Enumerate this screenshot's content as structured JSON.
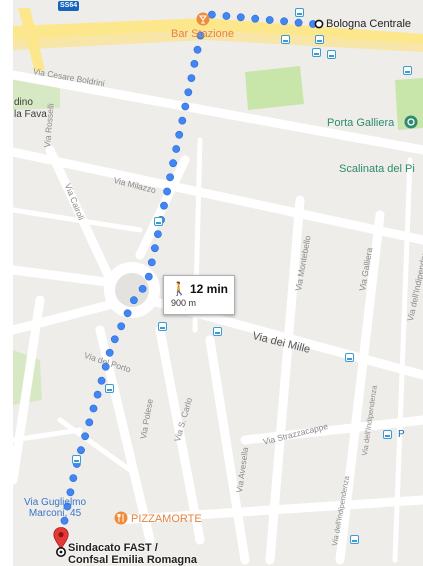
{
  "origin": {
    "label": "Bologna Centrale"
  },
  "destination": {
    "label_line1": "Sindacato FAST /",
    "label_line2": "Confsal Emilia Romagna"
  },
  "route_info": {
    "duration": "12 min",
    "distance": "900 m",
    "mode": "walking-icon"
  },
  "highway_badge": "SS64",
  "streets": {
    "cesare_boldrini": "Via Cesare Boldrini",
    "milazzo": "Via Milazzo",
    "cairoli": "Via Cairoli",
    "rosselli": "Via Rosselli",
    "dei_mille": "Via dei Mille",
    "del_porto": "Via del Porto",
    "polese": "Via Polese",
    "s_carlo": "Via S. Carlo",
    "strazzacappe": "Via Strazzacappe",
    "avesella": "Via Avesella",
    "montebello": "Via Montebello",
    "galliera": "Via Galliera",
    "indipendenza_1": "Via dell'Indipendenza",
    "indipendenza_2": "Via dell'Indipendenza",
    "indipendenza_3": "Via dell'Indipendenza"
  },
  "places": {
    "bar_stazione": "Bar Stazione",
    "porta_galliera": "Porta Galliera",
    "scalinata": "Scalinata del Pi",
    "pizzamorte": "PIZZAMORTE",
    "dino_line1": "dino",
    "dino_line2": "la Fava",
    "address_line1": "Via Guglielmo",
    "address_line2": "Marconi, 45",
    "parking_p": "P"
  },
  "colors": {
    "route": "#4285f4",
    "marker": "#e53935",
    "transit": "#1565c0",
    "park": "#c8e6a9",
    "major_road": "#fde78d"
  }
}
